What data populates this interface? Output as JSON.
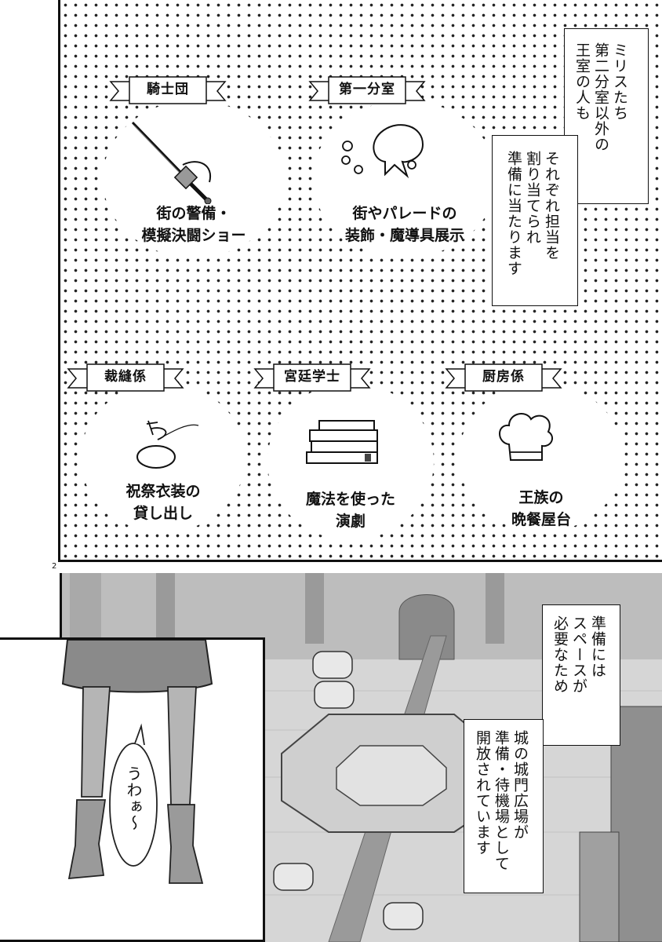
{
  "top": {
    "narration": [
      "ミリスたち",
      "第二分室以外の",
      "王室の人も"
    ],
    "narration2": [
      "それぞれ担当を",
      "割り当てられ",
      "準備に当たります"
    ],
    "groups": [
      {
        "title": "騎士団",
        "caption": [
          "街の警備・",
          "模擬決闘ショー"
        ],
        "icon": "sword-icon"
      },
      {
        "title": "第一分室",
        "caption": [
          "街やパレードの",
          "装飾・魔導具展示"
        ],
        "icon": "magic-creature-icon"
      },
      {
        "title": "裁縫係",
        "caption": [
          "祝祭衣装の",
          "貸し出し"
        ],
        "icon": "thread-spool-icon"
      },
      {
        "title": "宮廷学士",
        "caption": [
          "魔法を使った",
          "演劇"
        ],
        "icon": "book-stack-icon"
      },
      {
        "title": "厨房係",
        "caption": [
          "王族の",
          "晩餐屋台"
        ],
        "icon": "chef-hat-icon"
      }
    ]
  },
  "page_number": "2",
  "bottom": {
    "narration1": [
      "準備には",
      "スペースが",
      "必要なため"
    ],
    "narration2": [
      "城の城門広場が",
      "準備・待機場として",
      "開放されています"
    ],
    "speech": "うわぁ〜"
  }
}
